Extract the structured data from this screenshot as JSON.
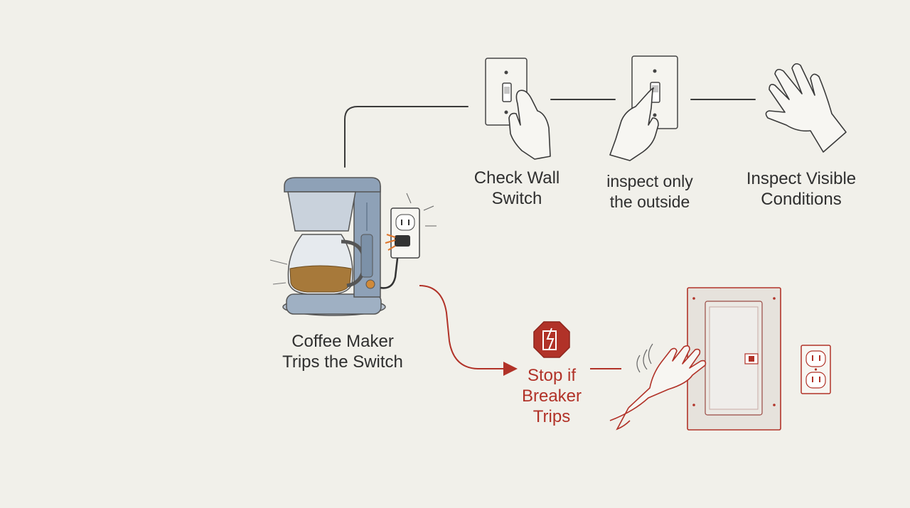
{
  "steps": {
    "coffee_maker": {
      "line1": "Coffee Maker",
      "line2": "Trips the Switch"
    },
    "check_wall_switch": {
      "line1": "Check Wall",
      "line2": "Switch"
    },
    "inspect_outside": {
      "line1": "inspect only",
      "line2": "the outside"
    },
    "inspect_conditions": {
      "line1": "Inspect Visible",
      "line2": "Conditions"
    },
    "stop_breaker": {
      "line1": "Stop if",
      "line2": "Breaker",
      "line3": "Trips"
    }
  },
  "icons": {
    "coffee_maker": "coffee-maker-icon",
    "wall_outlet": "wall-outlet-icon",
    "light_switch": "light-switch-icon",
    "hand": "hand-icon",
    "stop_sign": "stop-sign-icon",
    "breaker_panel": "breaker-panel-icon"
  },
  "colors": {
    "background": "#f1f0ea",
    "ink": "#3a3a3a",
    "warning": "#b13228",
    "appliance_blue": "#8ea1b7"
  }
}
